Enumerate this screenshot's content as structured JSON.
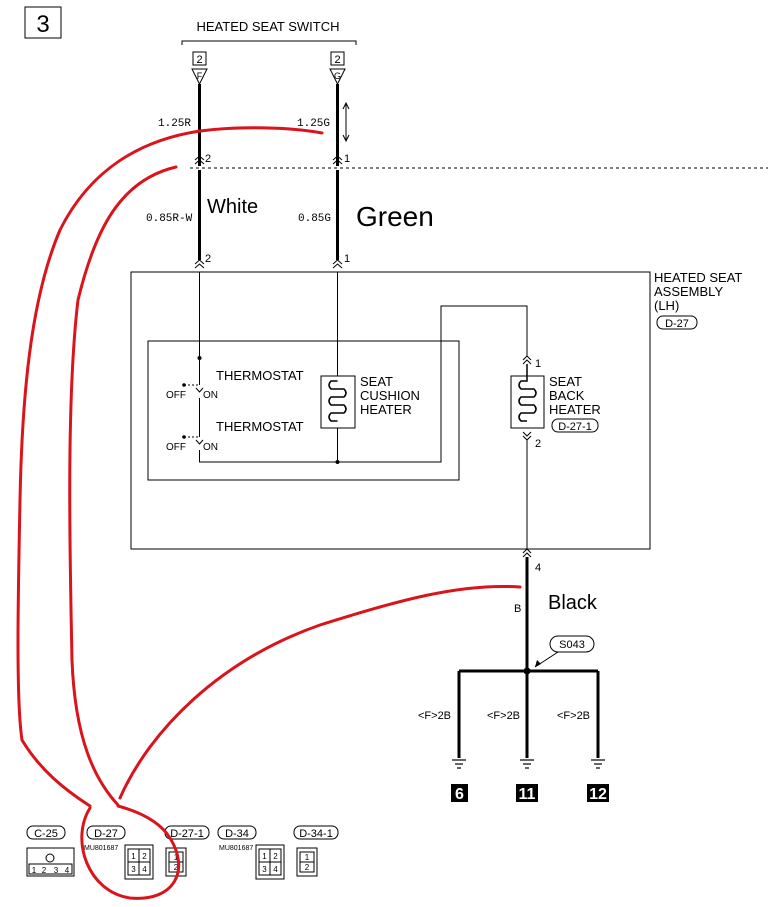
{
  "page_number": "3",
  "switch": {
    "title": "HEATED SEAT SWITCH",
    "pin_left_box": "2",
    "pin_left_letter": "F",
    "pin_right_box": "2",
    "pin_right_letter": "G"
  },
  "wires": {
    "top_left_gauge": "1.25R",
    "top_right_gauge": "1.25G",
    "pin_left_upper": "2",
    "pin_right_upper": "1",
    "mid_left_gauge": "0.85R-W",
    "mid_right_gauge": "0.85G",
    "pin_left_lower": "2",
    "pin_right_lower": "1",
    "ground_wire": "B",
    "ground_pin": "4"
  },
  "annotations": {
    "white": "White",
    "green": "Green",
    "black": "Black"
  },
  "assembly": {
    "title_line1": "HEATED SEAT",
    "title_line2": "ASSEMBLY",
    "title_line3": "(LH)",
    "connector": "D-27",
    "thermostat_1": "THERMOSTAT",
    "thermostat_2": "THERMOSTAT",
    "off_1": "OFF",
    "on_1": "ON",
    "off_2": "OFF",
    "on_2": "ON",
    "cushion_line1": "SEAT",
    "cushion_line2": "CUSHION",
    "cushion_line3": "HEATER",
    "back_line1": "SEAT",
    "back_line2": "BACK",
    "back_line3": "HEATER",
    "back_connector": "D-27-1",
    "back_pin_top": "1",
    "back_pin_bottom": "2"
  },
  "splice": "S043",
  "grounds": {
    "wire_1": "<F>2B",
    "wire_2": "<F>2B",
    "wire_3": "<F>2B",
    "label_1": "6",
    "label_2": "11",
    "label_3": "12"
  },
  "connectors": {
    "c1_name": "C-25",
    "c1_pins": [
      "1",
      "2",
      "3",
      "4"
    ],
    "c2_name": "D-27",
    "c2_part": "MU801687",
    "c2_pins": [
      "1",
      "2",
      "3",
      "4"
    ],
    "c3_name": "D-27-1",
    "c3_pins": [
      "1",
      "2"
    ],
    "c4_name": "D-34",
    "c4_part": "MU801687",
    "c4_pins": [
      "1",
      "2",
      "3",
      "4"
    ],
    "c5_name": "D-34-1",
    "c5_pins": [
      "1",
      "2"
    ]
  },
  "colors": {
    "annotation_red": "#d9141b",
    "line": "#000000"
  }
}
